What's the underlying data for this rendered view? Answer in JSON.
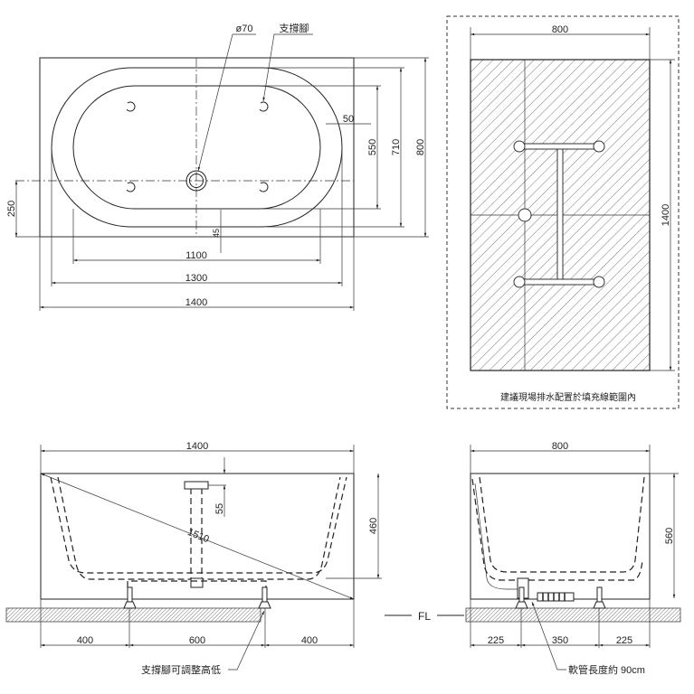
{
  "top_view": {
    "drain_label": "ø70",
    "foot_label": "支撐腳",
    "dims": {
      "inner_length": "1100",
      "outer_length": "1300",
      "total_length": "1400",
      "rim": "50",
      "inner_width": "550",
      "outer_width": "710",
      "total_width": "800",
      "drain_offset": "250",
      "offset_45": "45"
    }
  },
  "drain_zone": {
    "width": "800",
    "length": "1400",
    "note": "建議現場排水配置於填充線範圍內"
  },
  "front_view": {
    "total_length": "1400",
    "overflow_depth": "55",
    "depth": "460",
    "diagonal": "1510",
    "feet_spacing": [
      "400",
      "600",
      "400"
    ],
    "foot_note": "支撐腳可調整高低"
  },
  "floor_label": "FL",
  "side_view": {
    "width": "800",
    "height": "560",
    "feet_spacing": [
      "225",
      "350",
      "225"
    ],
    "hose_note": "軟管長度約 90cm"
  }
}
